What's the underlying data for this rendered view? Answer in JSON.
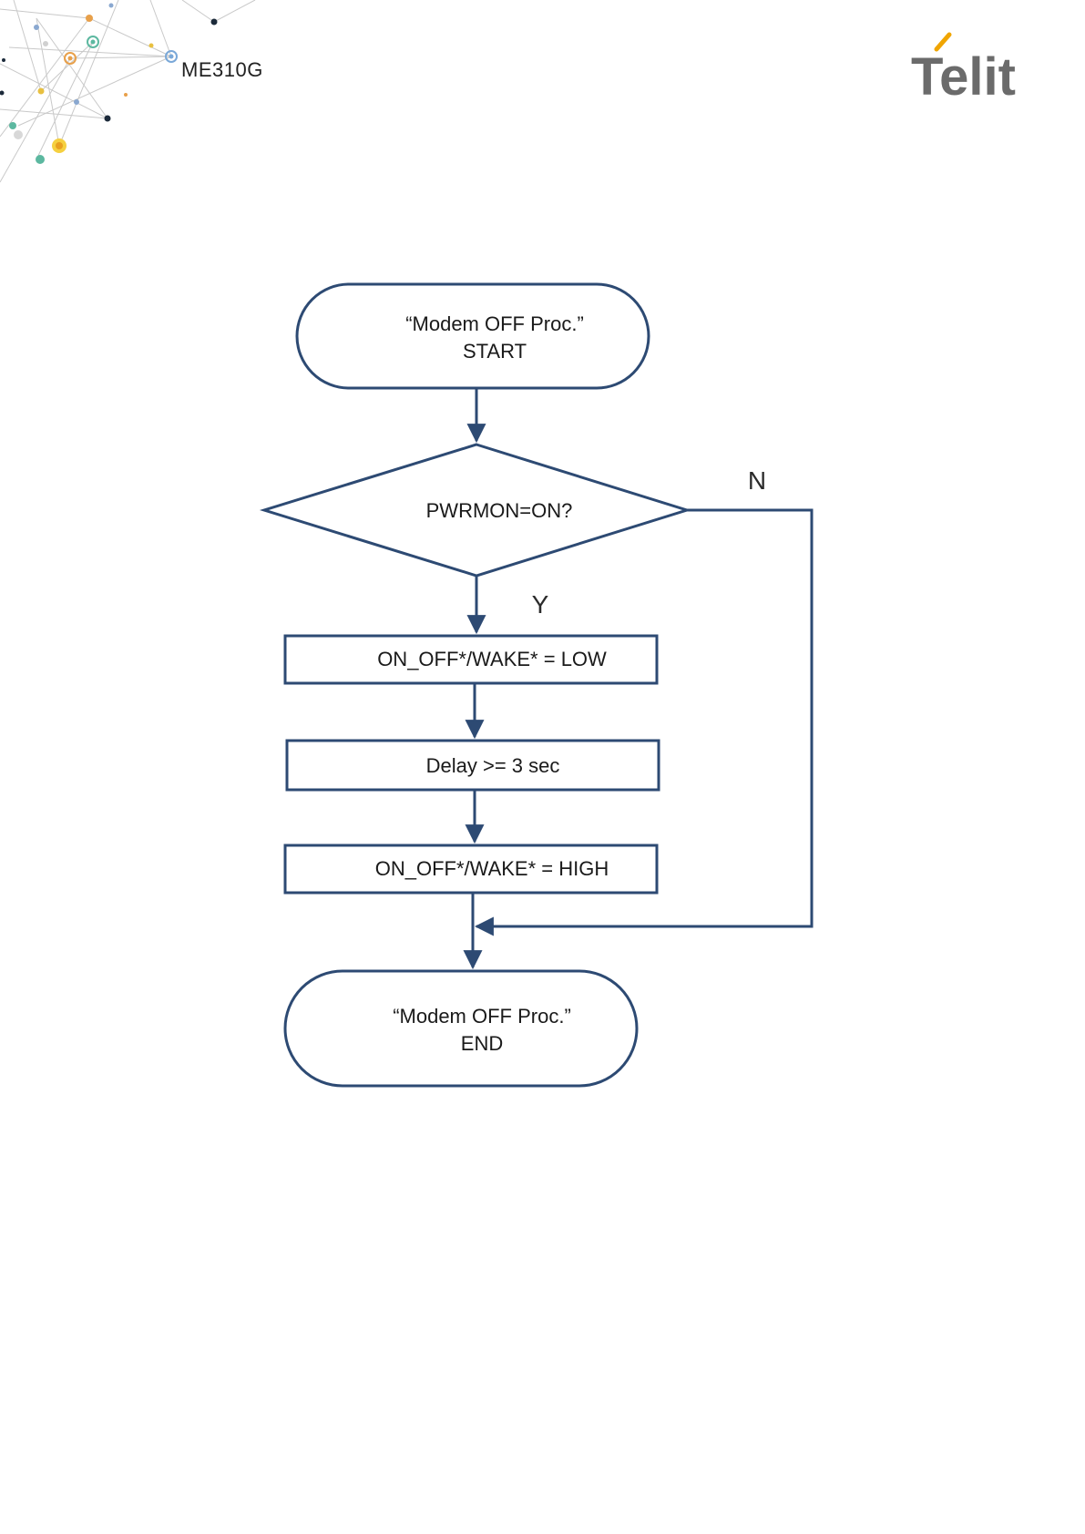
{
  "header": {
    "product": "ME310G",
    "brand": "Telit"
  },
  "colors": {
    "stroke": "#2d4a73",
    "logo_text": "#6b6b6b",
    "logo_accent": "#f0a500"
  },
  "flowchart": {
    "start": {
      "line1": "“Modem OFF Proc.”",
      "line2": "START"
    },
    "decision": "PWRMON=ON?",
    "yes_label": "Y",
    "no_label": "N",
    "step1": "ON_OFF*/WAKE* = LOW",
    "step2": "Delay >= 3 sec",
    "step3": "ON_OFF*/WAKE* = HIGH",
    "end": {
      "line1": "“Modem OFF Proc.”",
      "line2": "END"
    }
  }
}
